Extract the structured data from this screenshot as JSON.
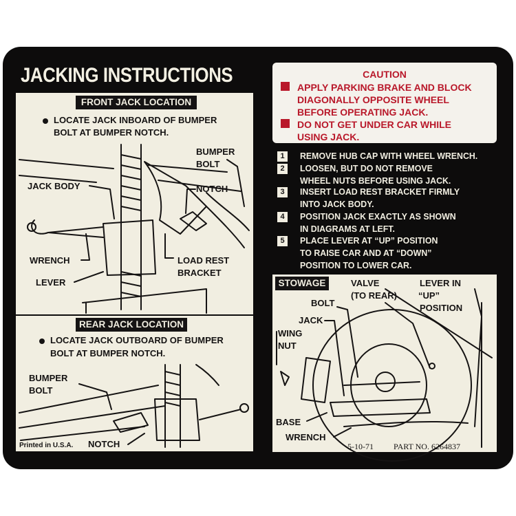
{
  "title": "JACKING INSTRUCTIONS",
  "front": {
    "header": "FRONT JACK LOCATION",
    "note_line1": "LOCATE JACK INBOARD OF BUMPER",
    "note_line2": "BOLT AT BUMPER NOTCH.",
    "labels": {
      "bumper_bolt_1": "BUMPER",
      "bumper_bolt_2": "BOLT",
      "jack_body": "JACK BODY",
      "notch": "NOTCH",
      "wrench": "WRENCH",
      "lever": "LEVER",
      "load_rest_1": "LOAD REST",
      "load_rest_2": "BRACKET"
    }
  },
  "rear": {
    "header": "REAR JACK LOCATION",
    "note_line1": "LOCATE JACK OUTBOARD OF BUMPER",
    "note_line2": "BOLT AT BUMPER NOTCH.",
    "labels": {
      "bumper_bolt_1": "BUMPER",
      "bumper_bolt_2": "BOLT",
      "notch": "NOTCH"
    },
    "printed": "Printed in U.S.A."
  },
  "caution": {
    "title": "CAUTION",
    "item1_line1": "APPLY PARKING BRAKE AND BLOCK",
    "item1_line2": "DIAGONALLY OPPOSITE WHEEL",
    "item1_line3": "BEFORE OPERATING JACK.",
    "item2_line1": "DO NOT GET UNDER CAR WHILE",
    "item2_line2": "USING JACK."
  },
  "steps": [
    {
      "num": "1",
      "lines": [
        "REMOVE HUB CAP WITH WHEEL WRENCH."
      ]
    },
    {
      "num": "2",
      "lines": [
        "LOOSEN, BUT DO NOT REMOVE",
        "WHEEL NUTS BEFORE USING JACK."
      ]
    },
    {
      "num": "3",
      "lines": [
        "INSERT LOAD REST BRACKET FIRMLY",
        "INTO JACK BODY."
      ]
    },
    {
      "num": "4",
      "lines": [
        "POSITION JACK EXACTLY AS SHOWN",
        "IN  DIAGRAMS AT LEFT."
      ]
    },
    {
      "num": "5",
      "lines": [
        "PLACE LEVER AT “UP” POSITION",
        "TO RAISE CAR AND AT “DOWN”",
        "POSITION TO LOWER CAR."
      ]
    }
  ],
  "stowage": {
    "header": "STOWAGE",
    "labels": {
      "valve_1": "VALVE",
      "valve_2": "(TO REAR)",
      "lever_1": "LEVER IN",
      "lever_2": "“UP”",
      "lever_3": "POSITION",
      "bolt": "BOLT",
      "jack": "JACK",
      "wing_1": "WING",
      "wing_2": "NUT",
      "base": "BASE",
      "wrench": "WRENCH"
    },
    "date": "5-10-71",
    "part_no": "PART NO. 6264837"
  },
  "colors": {
    "decal_black": "#0d0c0c",
    "panel_cream": "#f1eee1",
    "caution_red": "#b9182a"
  }
}
